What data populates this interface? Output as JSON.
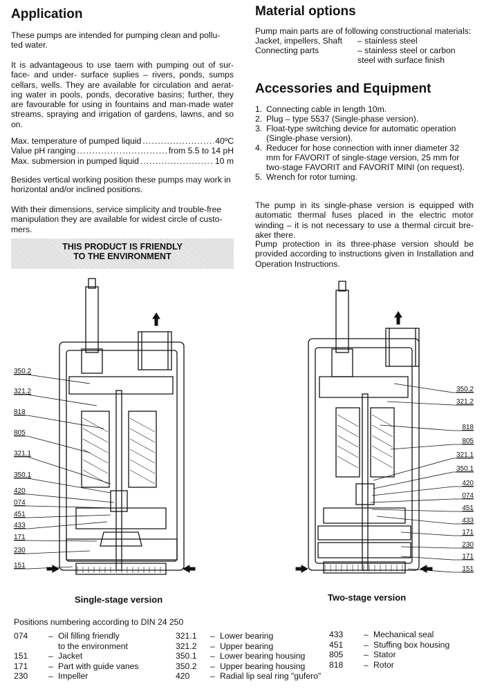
{
  "application": {
    "title": "Application",
    "p1": "These pumps are intended for pumping clean and pollu- ted water.",
    "p2": "It is advantageous to use taem with pumping out of sur- face- and under- surface suplies – rivers, ponds, sumps cellars, wells. They are available for circulation and aerat- ing water in pools, ponds, decorative basins; further, they are favourable for using in fountains and man-made water streams, spraying and irrigation of gardens, lawns, and so on.",
    "specs": [
      {
        "label": "Max. temperature of pumped liquid",
        "value": "40ºC"
      },
      {
        "label": "Value pH ranging",
        "value": "from 5.5 to 14 pH"
      },
      {
        "label": "Max. submersion in pumped liquid",
        "value": "10 m"
      }
    ],
    "p3": "Besides vertical working position these pumps may work in horizontal and/or inclined positions.",
    "p4": "With their dimensions, service simplicity and trouble-free manipulation they are available for widest circle of custo- mers.",
    "banner_line1": "THIS PRODUCT IS FRIENDLY",
    "banner_line2": "TO THE ENVIRONMENT"
  },
  "materials": {
    "title": "Material options",
    "intro": "Pump main parts are of following constructional materials:",
    "rows": [
      {
        "part": "Jacket, impellers, Shaft",
        "material": "– stainless steel"
      },
      {
        "part": "Connecting parts",
        "material": "– stainless steel or carbon steel with surface finish"
      }
    ]
  },
  "accessories": {
    "title": "Accessories and Equipment",
    "items": [
      "Connecting cable in length 10m.",
      "Plug – type 5537 (Single-phase version).",
      "Float-type switching device for automatic operation (Single-phase version).",
      "Reducer for hose connection with inner diameter 32 mm for FAVORIT of single-stage version, 25 mm for two-stage FAVORIT and FAVORIT MINI (on request).",
      "Wrench for rotor turning."
    ],
    "p1": "The pump in its single-phase version is equipped with automatic thermal fuses placed in the electric motor winding – it is not necessary to use a thermal circuit bre- aker there.",
    "p2": "Pump protection in its three-phase version should be provided according to instructions given in Installation and Operation Instructions."
  },
  "drawings": {
    "single_caption": "Single-stage version",
    "two_caption": "Two-stage version",
    "single_labels": [
      "350.2",
      "321.2",
      "818",
      "805",
      "321.1",
      "350.1",
      "420",
      "074",
      "451",
      "433",
      "171",
      "230",
      "151"
    ],
    "two_labels": [
      "350.2",
      "321.2",
      "818",
      "805",
      "321.1",
      "350.1",
      "420",
      "074",
      "451",
      "433",
      "171",
      "230",
      "171",
      "151"
    ]
  },
  "legend": {
    "title": "Positions numbering according to DIN 24 250",
    "col1": [
      {
        "num": "074",
        "text": "Oil filling friendly"
      },
      {
        "num": "",
        "text": "to the environment"
      },
      {
        "num": "151",
        "text": "Jacket"
      },
      {
        "num": "171",
        "text": "Part with guide vanes"
      },
      {
        "num": "230",
        "text": "Impeller"
      }
    ],
    "col2": [
      {
        "num": "321.1",
        "text": "Lower bearing"
      },
      {
        "num": "321.2",
        "text": "Upper bearing"
      },
      {
        "num": "350.1",
        "text": "Lower bearing housing"
      },
      {
        "num": "350.2",
        "text": "Upper bearing housing"
      },
      {
        "num": "420",
        "text": "Radial lip seal ring \"gufero\""
      }
    ],
    "col3": [
      {
        "num": "433",
        "text": "Mechanical seal"
      },
      {
        "num": "451",
        "text": "Stuffing box housing"
      },
      {
        "num": "805",
        "text": "Stator"
      },
      {
        "num": "818",
        "text": "Rotor"
      }
    ]
  }
}
